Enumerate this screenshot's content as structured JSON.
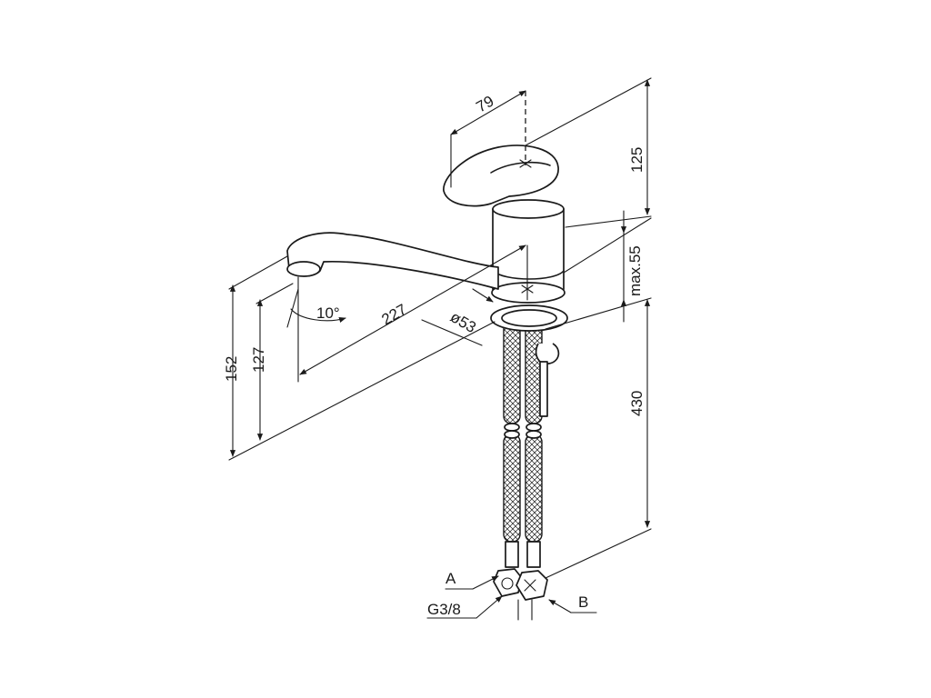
{
  "dimensions": {
    "handle_offset": "79",
    "handle_height": "125",
    "spout_reach": "227",
    "spout_angle": "10°",
    "base_diameter": "ø53",
    "mount_thickness": "max.55",
    "total_height": "152",
    "outlet_height": "127",
    "hose_length": "430"
  },
  "labels": {
    "inlet_a": "A",
    "inlet_b": "B",
    "thread": "G3/8"
  },
  "colors": {
    "line": "#1a1a1a",
    "background": "#ffffff"
  }
}
